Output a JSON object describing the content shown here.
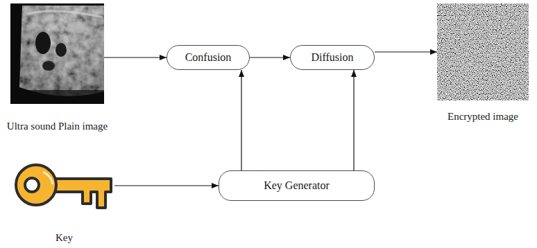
{
  "diagram": {
    "nodes": [
      {
        "text": [
          "Ultra sound Plain image"
        ]
      },
      {
        "text": [
          "Confusion"
        ]
      },
      {
        "text": [
          "Diffusion"
        ]
      },
      {
        "text": [
          "Encrypted image"
        ]
      },
      {
        "text": [
          "Key"
        ]
      },
      {
        "text": [
          "Key Generator"
        ]
      }
    ],
    "edges": [
      {
        "from": 0,
        "to": 1,
        "arrow": "to"
      },
      {
        "from": 1,
        "to": 2,
        "arrow": "to"
      },
      {
        "from": 2,
        "to": 3,
        "arrow": "to"
      },
      {
        "from": 4,
        "to": 5,
        "arrow": "to"
      },
      {
        "from": 5,
        "to": 1,
        "arrow": "to"
      },
      {
        "from": 5,
        "to": 2,
        "arrow": "to"
      }
    ]
  }
}
